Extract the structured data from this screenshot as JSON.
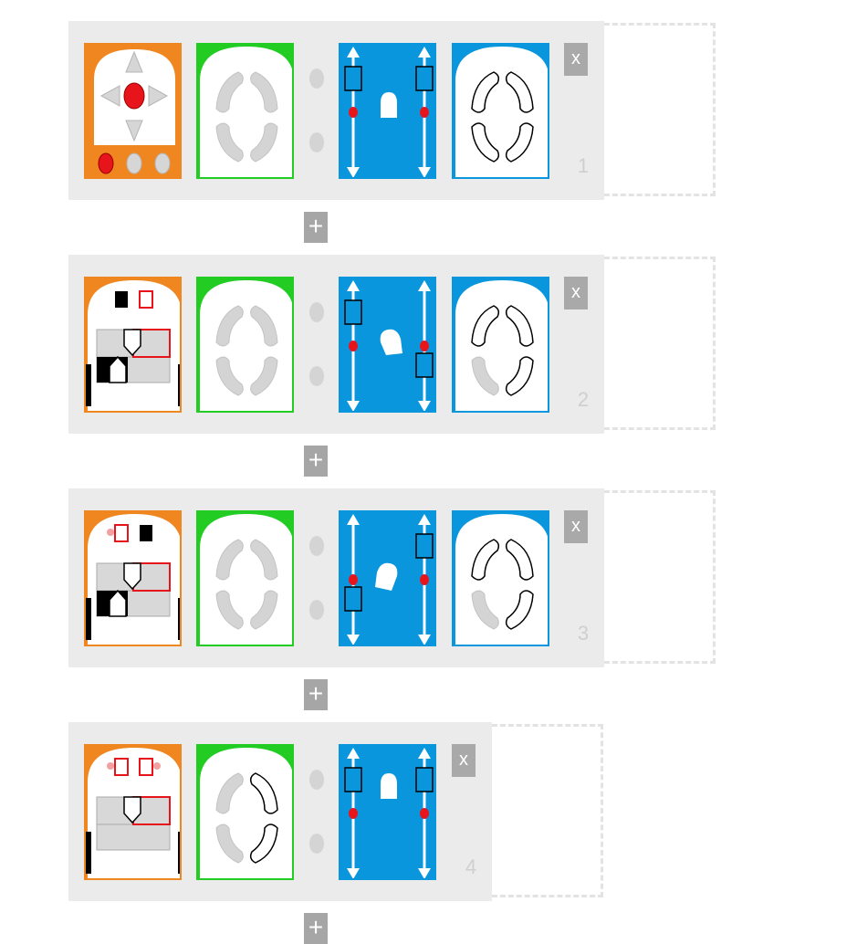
{
  "rows": [
    {
      "number": "1",
      "close_label": "x",
      "add_label": "+"
    },
    {
      "number": "2",
      "close_label": "x",
      "add_label": "+"
    },
    {
      "number": "3",
      "close_label": "x",
      "add_label": "+"
    },
    {
      "number": "4",
      "close_label": "x",
      "add_label": "+"
    }
  ],
  "colors": {
    "condition": "#f0861f",
    "action": "#22cc22",
    "movement": "#0a96dc",
    "panel": "#ebebeb",
    "led_red": "#e8141c"
  },
  "cards": {
    "row1": [
      "remote-control-condition-card",
      "light-action-card",
      "motor-movement-card",
      "sound-card"
    ],
    "row2": [
      "ground-sensor-condition-card",
      "light-action-card",
      "motor-movement-card",
      "sound-card"
    ],
    "row3": [
      "ground-sensor-condition-card",
      "light-action-card",
      "motor-movement-card",
      "sound-card"
    ],
    "row4": [
      "ground-sensor-condition-card",
      "light-action-card",
      "motor-movement-card"
    ]
  }
}
